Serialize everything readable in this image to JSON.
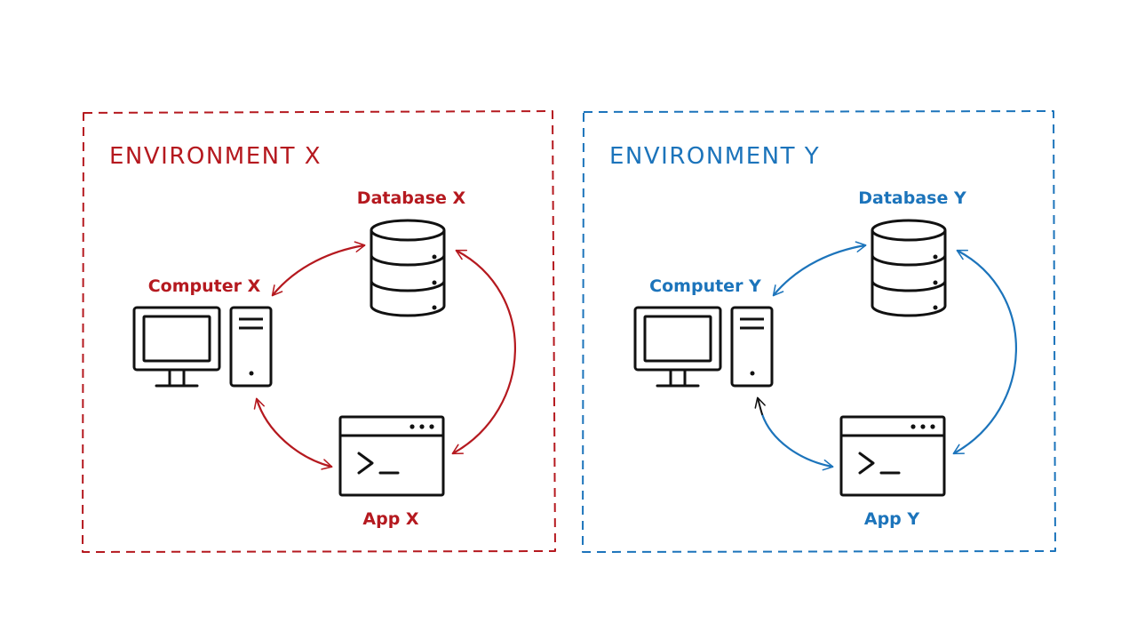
{
  "colors": {
    "env_x": "#b5191f",
    "env_y": "#1c74bb",
    "icon": "#111111",
    "background": "#ffffff"
  },
  "environments": [
    {
      "title": "ENVIRONMENT X",
      "database_label": "Database X",
      "computer_label": "Computer X",
      "app_label": "App X"
    },
    {
      "title": "ENVIRONMENT Y",
      "database_label": "Database Y",
      "computer_label": "Computer Y",
      "app_label": "App Y"
    }
  ],
  "icons": {
    "database": "database-icon",
    "computer": "desktop-computer-icon",
    "app": "terminal-window-icon"
  }
}
